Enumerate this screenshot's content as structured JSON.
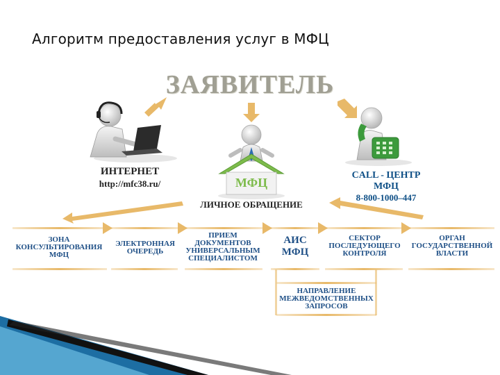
{
  "title": "Алгоритм предоставления услуг в МФЦ",
  "applicant": "ЗАЯВИТЕЛЬ",
  "channels": {
    "internet": {
      "title": "ИНТЕРНЕТ",
      "url": "http://mfc38.ru/"
    },
    "personal": {
      "office": "МФЦ",
      "caption": "ЛИЧНОЕ ОБРАЩЕНИЕ"
    },
    "callcenter": {
      "title": "CALL - ЦЕНТР",
      "subtitle": "МФЦ",
      "phone": "8-800-1000–447"
    }
  },
  "stages": [
    {
      "id": "zone",
      "label": "ЗОНА КОНСУЛЬТИРОВАНИЯ МФЦ"
    },
    {
      "id": "queue",
      "label": "ЭЛЕКТРОННАЯ ОЧЕРЕДЬ"
    },
    {
      "id": "intake",
      "label": "ПРИЕМ ДОКУМЕНТОВ УНИВЕРСАЛЬНЫМ СПЕЦИАЛИСТОМ"
    },
    {
      "id": "ais",
      "label": "АИС МФЦ"
    },
    {
      "id": "control",
      "label": "СЕКТОР ПОСЛЕДУЮЩЕГО КОНТРОЛЯ"
    },
    {
      "id": "authority",
      "label": "ОРГАН ГОСУДАРСТВЕННОЙ ВЛАСТИ"
    },
    {
      "id": "interagency",
      "label": "НАПРАВЛЕНИЕ МЕЖВЕДОМСТВЕННЫХ ЗАПРОСОВ"
    }
  ],
  "colors": {
    "arrow": "#e8b969",
    "stage_text": "#1e4f86",
    "roof": "#7dbb4b",
    "phone": "#3c9a3c",
    "applicant": "#a09f93"
  }
}
